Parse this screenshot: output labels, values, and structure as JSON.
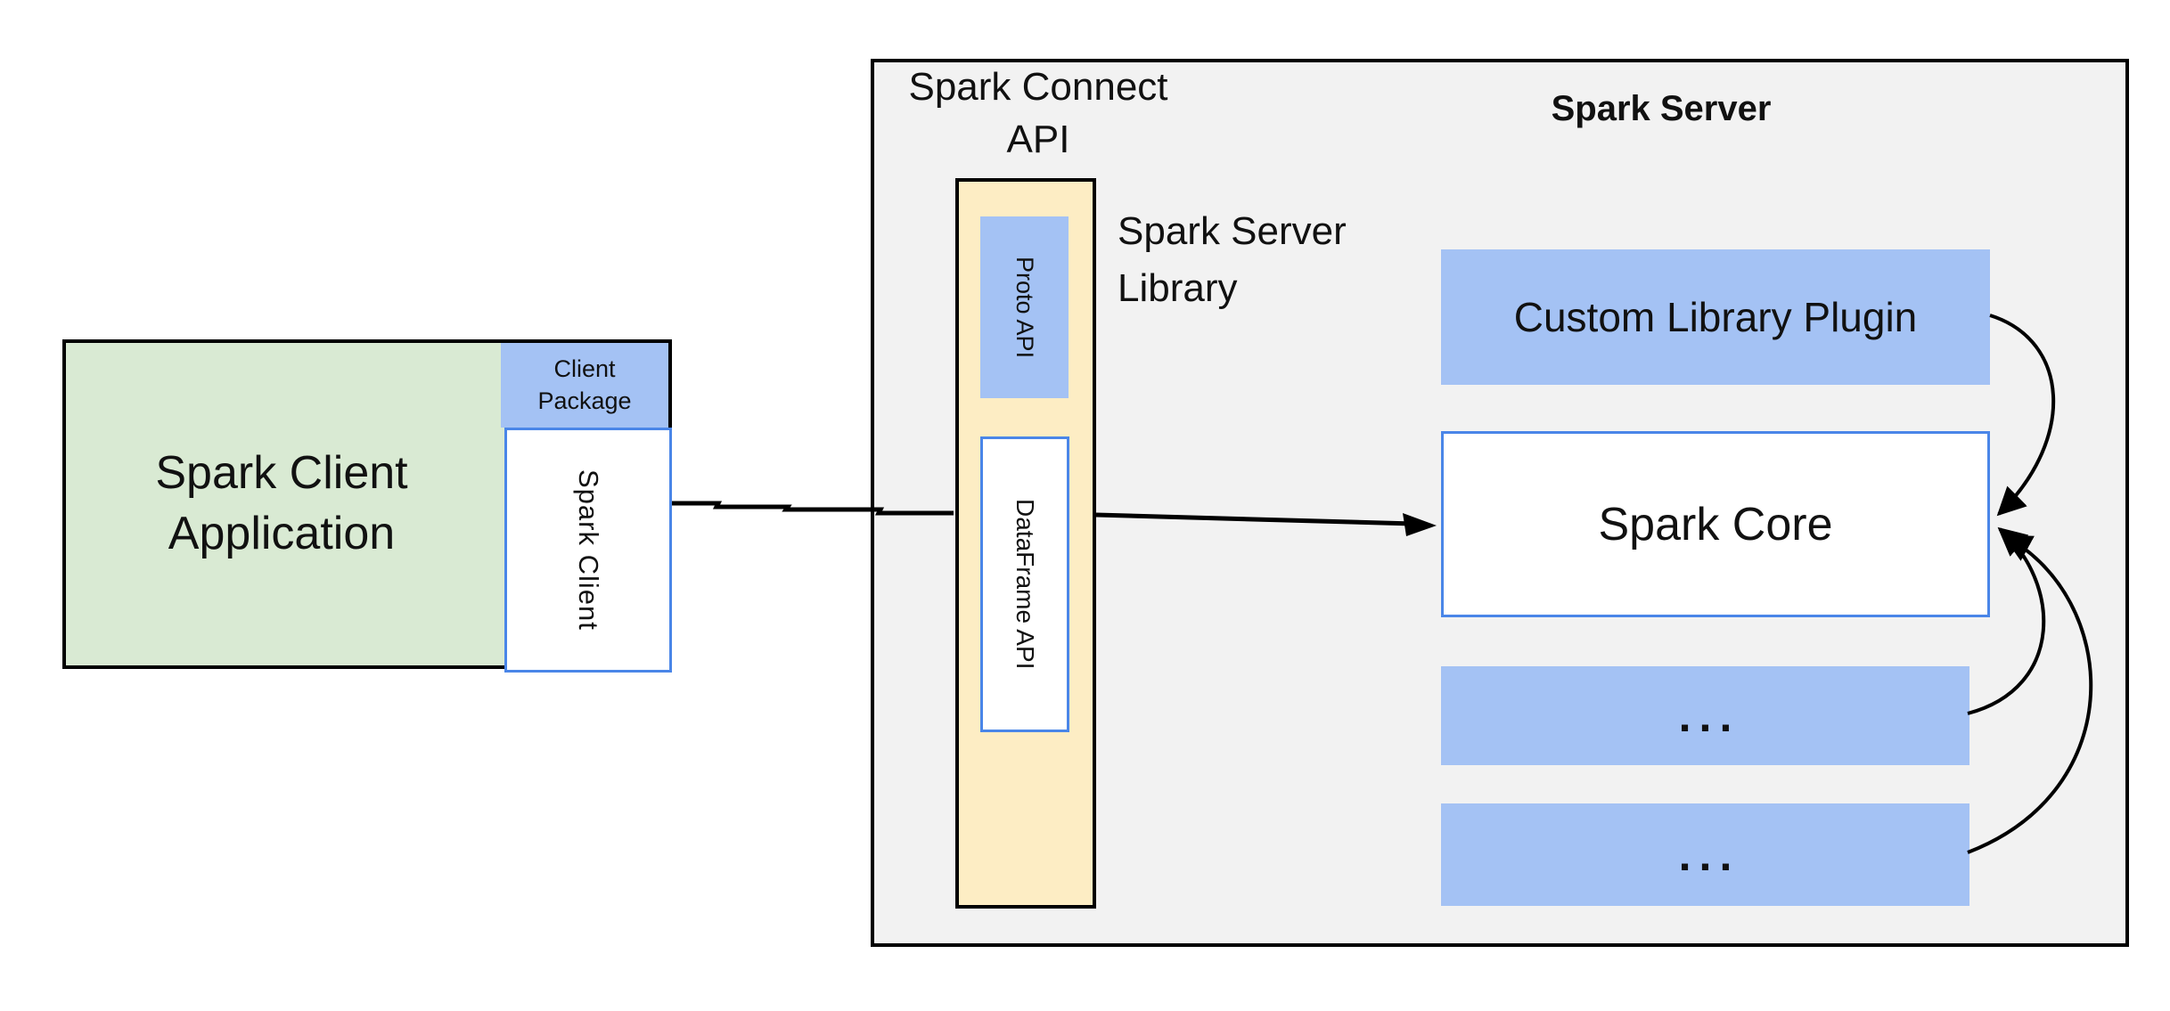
{
  "client_group": {
    "application_label": "Spark Client\nApplication",
    "package_label": "Client\nPackage",
    "client_lib_label": "Spark Client"
  },
  "connect_group": {
    "api_title": "Spark Connect\nAPI",
    "proto_label": "Proto API",
    "dataframe_label": "DataFrame API",
    "server_library_label": "Spark Server\nLibrary"
  },
  "server_group": {
    "title": "Spark Server",
    "plugin_label": "Custom Library Plugin",
    "core_label": "Spark Core",
    "slot1_label": "...",
    "slot2_label": "..."
  },
  "colors": {
    "green_fill": "#d9ead3",
    "blue_fill": "#a4c2f4",
    "blue_border": "#4a86e8",
    "yellow_fill": "#fdedc4",
    "gray_fill": "#f2f2f2",
    "line": "#000000"
  }
}
